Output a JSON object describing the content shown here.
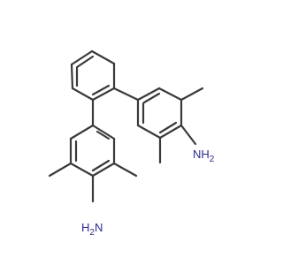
{
  "molecule": {
    "labels": {
      "amine_top": "NH",
      "amine_top_sub": "2",
      "amine_bottom_main": "H",
      "amine_bottom_sub": "2",
      "amine_bottom_n": "N"
    },
    "colors": {
      "bond": "#3a3a3a",
      "heteroatom": "#2b2b8f",
      "background": "#ffffff"
    }
  }
}
